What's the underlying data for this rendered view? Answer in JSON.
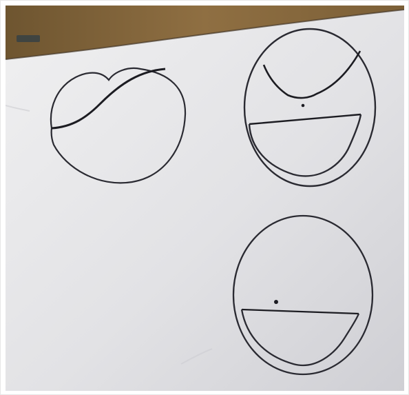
{
  "photo": {
    "kind": "photo",
    "colors": {
      "board_light": "#e8e8ea",
      "board_mid": "#dcdcdf",
      "board_dark": "#cfcfd3",
      "wood": "#8a6a3c",
      "wood_dark": "#6c5230",
      "ink": "#1e1e22",
      "ink_soft": "#2d2d33"
    },
    "drawings": [
      {
        "name": "heart-shaped-curve"
      },
      {
        "name": "smiling-circle-face-top"
      },
      {
        "name": "smiling-circle-face-bottom"
      }
    ]
  }
}
